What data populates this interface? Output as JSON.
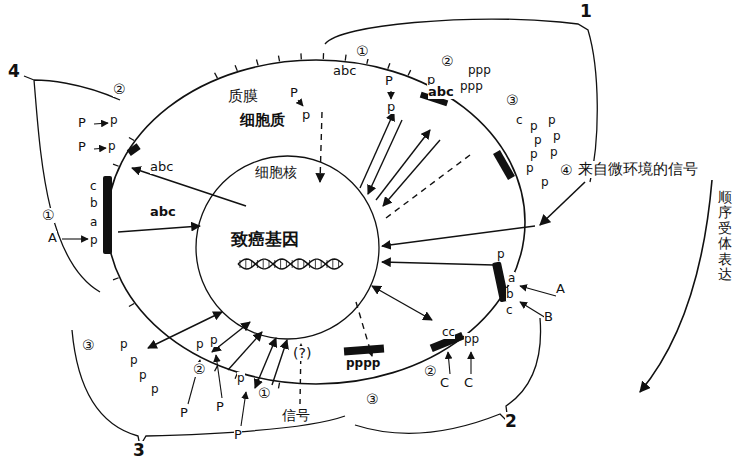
{
  "diagram": {
    "nodes": [
      {
        "text": [
          "质膜",
          "细胞质"
        ]
      },
      {
        "text": [
          "细胞核",
          "致癌基因"
        ],
        "in": 0
      }
    ],
    "labels": [
      "1",
      "①",
      "P",
      "p",
      "abc",
      "P",
      "p",
      "p",
      "②",
      "abc",
      "ppp",
      "ppp",
      "③",
      "c",
      "p",
      "p",
      "p",
      "p",
      "p",
      "p",
      "p",
      "p",
      "④",
      "来自微环境的信号",
      "顺序受体表达",
      "p",
      "a",
      "b",
      "c",
      "A",
      "B",
      "cc",
      "pp",
      "②",
      "C",
      "C",
      "2",
      "pppp",
      "③",
      "(?)",
      "信号",
      "①",
      "p",
      "P",
      "②",
      "p",
      "p",
      "P",
      "P",
      "③",
      "p",
      "p",
      "p",
      "p",
      "3",
      "4",
      "②",
      "P",
      "p",
      "P",
      "p",
      "①",
      "c",
      "b",
      "A",
      "a",
      "p",
      "abc",
      "abc"
    ]
  }
}
